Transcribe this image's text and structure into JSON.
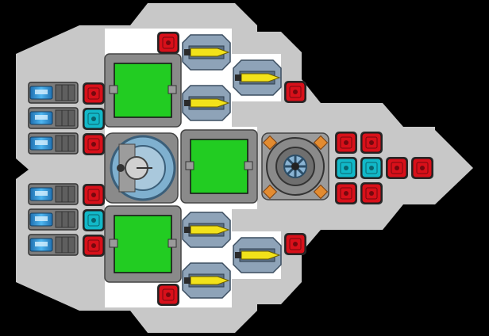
{
  "scene": {
    "title": "",
    "background": "#000000",
    "hull_color": "#c8c8c8",
    "deck_color": "#ffffff",
    "module_frame_color": "#8a8a8a",
    "room_fill_color": "#22cc22",
    "system_red_color": "#d8101a",
    "system_cyan_color": "#12b8c8",
    "thruster_color": "#2a9ae0",
    "weapon_yellow_color": "#f2e21a"
  },
  "layout": {
    "rooms": [
      {
        "id": "room-top",
        "kind": "green-room"
      },
      {
        "id": "room-center",
        "kind": "green-room"
      },
      {
        "id": "room-bottom",
        "kind": "green-room"
      }
    ],
    "special_modules": [
      {
        "id": "cockpit-module",
        "kind": "cockpit"
      },
      {
        "id": "reactor-module",
        "kind": "reactor"
      }
    ],
    "thrusters": [
      {
        "id": "thruster-1",
        "icon": "thruster-icon"
      },
      {
        "id": "thruster-2",
        "icon": "thruster-icon"
      },
      {
        "id": "thruster-3",
        "icon": "thruster-icon"
      },
      {
        "id": "thruster-4",
        "icon": "thruster-icon"
      },
      {
        "id": "thruster-5",
        "icon": "thruster-icon"
      },
      {
        "id": "thruster-6",
        "icon": "thruster-icon"
      }
    ],
    "turrets": [
      {
        "id": "turret-1",
        "icon": "laser-turret-icon"
      },
      {
        "id": "turret-2",
        "icon": "laser-turret-icon"
      },
      {
        "id": "turret-3",
        "icon": "laser-turret-icon"
      },
      {
        "id": "turret-4",
        "icon": "laser-turret-icon"
      },
      {
        "id": "turret-5",
        "icon": "laser-turret-icon"
      },
      {
        "id": "turret-6",
        "icon": "laser-turret-icon"
      }
    ],
    "system_blocks": [
      {
        "id": "sys-1",
        "type": "red"
      },
      {
        "id": "sys-2",
        "type": "red"
      },
      {
        "id": "sys-3",
        "type": "cyan"
      },
      {
        "id": "sys-4",
        "type": "red"
      },
      {
        "id": "sys-5",
        "type": "red"
      },
      {
        "id": "sys-6",
        "type": "cyan"
      },
      {
        "id": "sys-7",
        "type": "red"
      },
      {
        "id": "sys-8",
        "type": "red"
      },
      {
        "id": "sys-9",
        "type": "red"
      },
      {
        "id": "sys-10",
        "type": "red"
      },
      {
        "id": "sys-11",
        "type": "red"
      },
      {
        "id": "sys-12",
        "type": "red"
      },
      {
        "id": "sys-13",
        "type": "cyan"
      },
      {
        "id": "sys-14",
        "type": "cyan"
      },
      {
        "id": "sys-15",
        "type": "red"
      },
      {
        "id": "sys-16",
        "type": "red"
      },
      {
        "id": "sys-17",
        "type": "red"
      },
      {
        "id": "sys-18",
        "type": "red"
      }
    ]
  }
}
